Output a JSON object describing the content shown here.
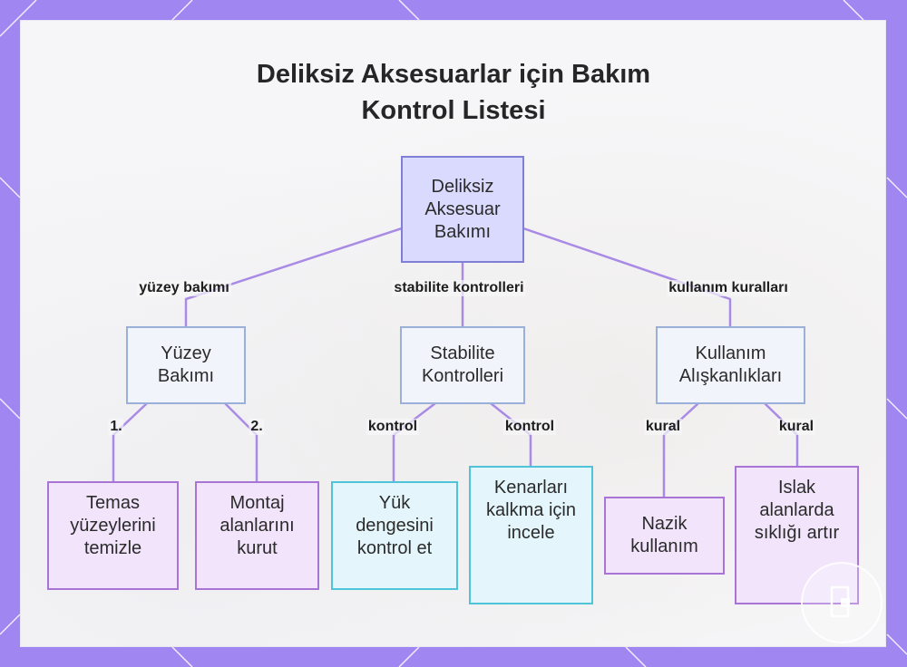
{
  "title": {
    "line1": "Deliksiz Aksesuarlar için Bakım",
    "line2": "Kontrol Listesi"
  },
  "nodes": {
    "root": "Deliksiz Aksesuar Bakımı",
    "surface": "Yüzey Bakımı",
    "stability": "Stabilite Kontrolleri",
    "usage": "Kullanım Alışkanlıkları",
    "clean_contact": "Temas yüzeylerini temizle",
    "dry_mount": "Montaj alanlarını kurut",
    "load_balance": "Yük dengesini kontrol et",
    "edge_lift": "Kenarları kalkma için incele",
    "gentle_use": "Nazik kullanım",
    "wet_areas": "Islak alanlarda sıklığı artır"
  },
  "edge_labels": {
    "surface": "yüzey bakımı",
    "stability": "stabilite kontrolleri",
    "usage": "kullanım kuralları",
    "step1": "1.",
    "step2": "2.",
    "check1": "kontrol",
    "check2": "kontrol",
    "rule1": "kural",
    "rule2": "kural"
  },
  "colors": {
    "frame": "#9f86f0",
    "edge": "#a98be6",
    "root_fill": "#d9dafd",
    "root_border": "#7f7fd6",
    "level1_border": "#9ab0d8",
    "purple_leaf_border": "#a874d6",
    "cyan_leaf_border": "#4fc3d8"
  }
}
